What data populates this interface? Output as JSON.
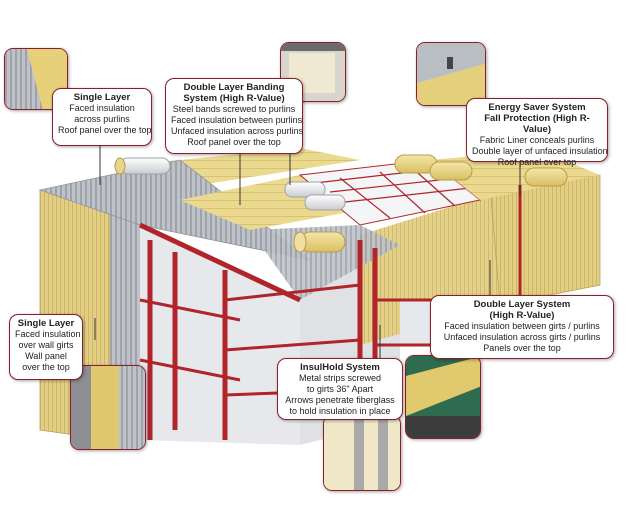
{
  "callouts": {
    "single_layer_roof": {
      "title": "Single Layer",
      "lines": [
        "Faced insulation",
        "across purlins",
        "Roof panel over the top"
      ]
    },
    "double_layer_banding": {
      "title_lines": [
        "Double Layer Banding",
        "System (High R-Value)"
      ],
      "lines": [
        "Steel bands screwed to purlins",
        "Faced insulation between purlins",
        "Unfaced insulation across purlins",
        "Roof panel over the top"
      ]
    },
    "energy_saver": {
      "title_lines": [
        "Energy Saver System",
        "Fall Protection (High R-Value)"
      ],
      "lines": [
        "Fabric Liner conceals purlins",
        "Double layer of unfaced insulation",
        "Roof panel over top"
      ]
    },
    "single_layer_wall": {
      "title": "Single Layer",
      "lines": [
        "Faced insulation",
        "over wall girts",
        "Wall panel",
        "over the top"
      ]
    },
    "double_layer_system": {
      "title_lines": [
        "Double Layer System",
        "(High R-Value)"
      ],
      "lines": [
        "Faced insulation between girts / purlins",
        "Unfaced insulation across girts / purlins",
        "Panels over the top"
      ]
    },
    "insulhold": {
      "title": "InsulHold System",
      "lines": [
        "Metal strips screwed",
        "to girts 36\" Apart",
        "Arrows penetrate fiberglass",
        "to hold insulation in place"
      ]
    }
  },
  "colors": {
    "border": "#8a1f2b",
    "steel_frame": "#b0242a",
    "insulation": "#e8d488",
    "panel_gray": "#b8bcc2"
  }
}
